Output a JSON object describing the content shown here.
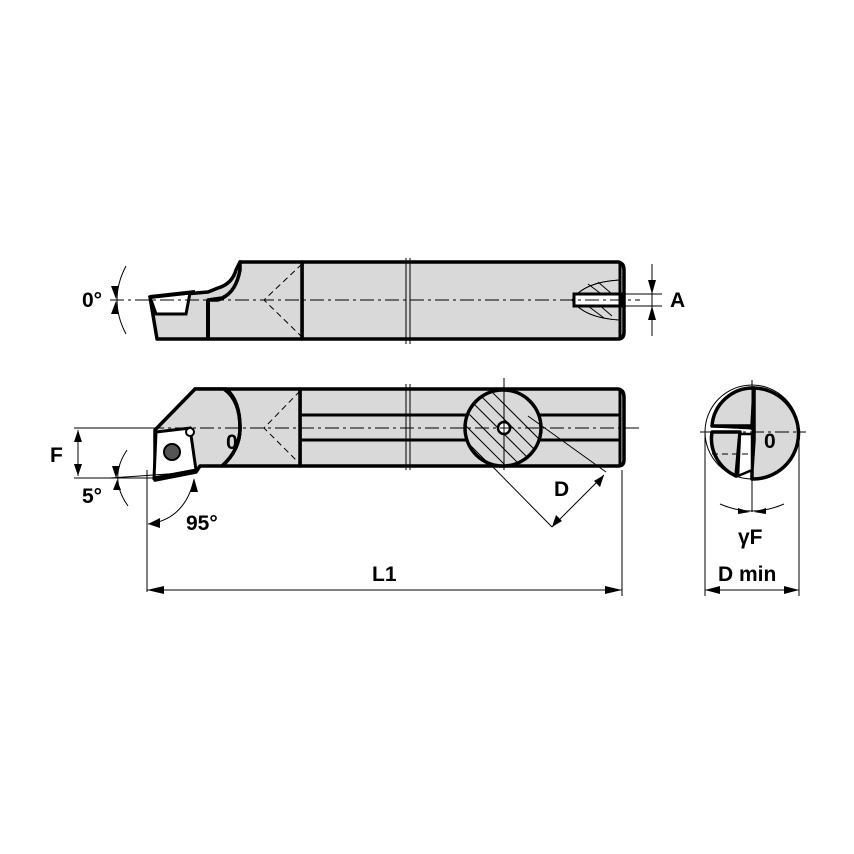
{
  "diagram": {
    "type": "technical-drawing",
    "subject": "boring bar with square insert",
    "colors": {
      "body_fill": "#d9d9d9",
      "line": "#000000",
      "background": "#ffffff"
    },
    "views": {
      "top_view": {
        "labels": {
          "angle_top": "0°",
          "dim_a": "A"
        }
      },
      "front_view": {
        "labels": {
          "dim_f": "F",
          "angle_clearance": "5°",
          "angle_lead": "95°",
          "dim_d": "D",
          "dim_l1": "L1",
          "body_mark": "0"
        }
      },
      "end_view": {
        "labels": {
          "angle_gamma": "γF",
          "dim_dmin": "D min",
          "body_mark": "0"
        }
      }
    }
  }
}
